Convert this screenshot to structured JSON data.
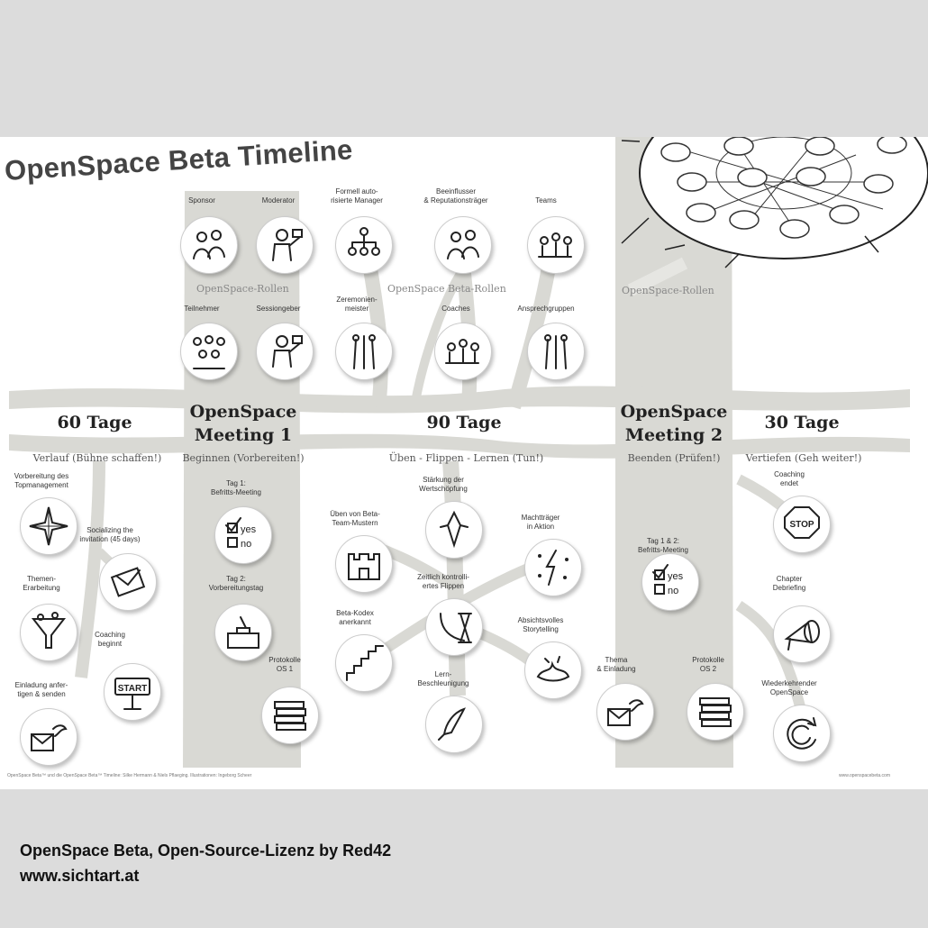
{
  "title": "OpenSpace Beta Timeline",
  "phases": [
    {
      "heading": "60 Tage",
      "sub": "Verlauf (Bühne schaffen!)"
    },
    {
      "heading_line1": "OpenSpace",
      "heading_line2": "Meeting 1",
      "sub": "Beginnen (Vorbereiten!)"
    },
    {
      "heading": "90 Tage",
      "sub": "Üben - Flippen - Lernen (Tun!)"
    },
    {
      "heading_line1": "OpenSpace",
      "heading_line2": "Meeting 2",
      "sub": "Beenden (Prüfen!)"
    },
    {
      "heading": "30 Tage",
      "sub": "Vertiefen (Geh weiter!)"
    }
  ],
  "role_groups": {
    "left": "OpenSpace-Rollen",
    "middle": "OpenSpace Beta-Rollen",
    "right": "OpenSpace-Rollen"
  },
  "roles": [
    {
      "label": "Sponsor",
      "icon": "people-icon"
    },
    {
      "label": "Moderator",
      "icon": "presenter-icon"
    },
    {
      "label": "Formell auto-\nrisierte Manager",
      "icon": "hierarchy-icon"
    },
    {
      "label": "Beeinflusser\n& Reputationsträger",
      "icon": "people-icon"
    },
    {
      "label": "Teams",
      "icon": "group-icon"
    },
    {
      "label": "Teilnehmer",
      "icon": "crowd-icon"
    },
    {
      "label": "Sessiongeber",
      "icon": "presenter-icon"
    },
    {
      "label": "Zeremonien-\nmeister",
      "icon": "figures-icon"
    },
    {
      "label": "Coaches",
      "icon": "group-icon"
    },
    {
      "label": "Ansprechgruppen",
      "icon": "figures-icon"
    }
  ],
  "steps": [
    {
      "label": "Vorbereitung des\nTopmanagement",
      "icon": "compass-icon"
    },
    {
      "label": "Socializing the\ninvitation (45 days)",
      "icon": "letter-icon"
    },
    {
      "label": "Themen-\nErarbeitung",
      "icon": "funnel-icon"
    },
    {
      "label": "Coaching\nbeginnt",
      "icon": "start-sign-icon",
      "sign_text": "START"
    },
    {
      "label": "Einladung anfer-\ntigen & senden",
      "icon": "envelope-bird-icon"
    },
    {
      "label": "Tag 1:\nBefritts-Meeting",
      "icon": "vote-icon",
      "yes": "yes",
      "no": "no"
    },
    {
      "label": "Tag 2:\nVorbereitungstag",
      "icon": "toolbox-icon"
    },
    {
      "label": "Protokolle\nOS 1",
      "icon": "books-icon"
    },
    {
      "label": "Üben von Beta-\nTeam-Mustern",
      "icon": "castle-icon"
    },
    {
      "label": "Stärkung der\nWertschöpfung",
      "icon": "crystal-icon"
    },
    {
      "label": "Zeitlich kontrolli-\nertes Flippen",
      "icon": "hourglass-icon"
    },
    {
      "label": "Machtträger\nin Aktion",
      "icon": "lightning-icon"
    },
    {
      "label": "Beta-Kodex\nanerkannt",
      "icon": "stairs-icon"
    },
    {
      "label": "Absichtsvolles\nStorytelling",
      "icon": "story-icon"
    },
    {
      "label": "Lern-\nBeschleunigung",
      "icon": "rocket-icon"
    },
    {
      "label": "Tag 1 & 2:\nBefritts-Meeting",
      "icon": "vote-icon",
      "yes": "yes",
      "no": "no"
    },
    {
      "label": "Thema\n& Einladung",
      "icon": "envelope-bird-icon"
    },
    {
      "label": "Protokolle\nOS 2",
      "icon": "books-icon"
    },
    {
      "label": "Coaching\nendet",
      "icon": "stop-sign-icon",
      "sign_text": "STOP"
    },
    {
      "label": "Chapter\nDebriefing",
      "icon": "megaphone-icon"
    },
    {
      "label": "Wiederkehrender\nOpenSpace",
      "icon": "cycle-icon"
    }
  ],
  "footer_left": "OpenSpace Beta™ und die OpenSpace Beta™ Timeline: Silke Hermann & Niels Pflaeging. Illustrationen: Ingeborg Scheer",
  "footer_right": "www.openspacebeta.com",
  "caption_line1": "OpenSpace Beta, Open-Source-Lizenz by Red42",
  "caption_line2": "www.sichtart.at",
  "colors": {
    "branch": "#d9d9d4",
    "background": "#dcdcdc",
    "ink": "#222222"
  }
}
